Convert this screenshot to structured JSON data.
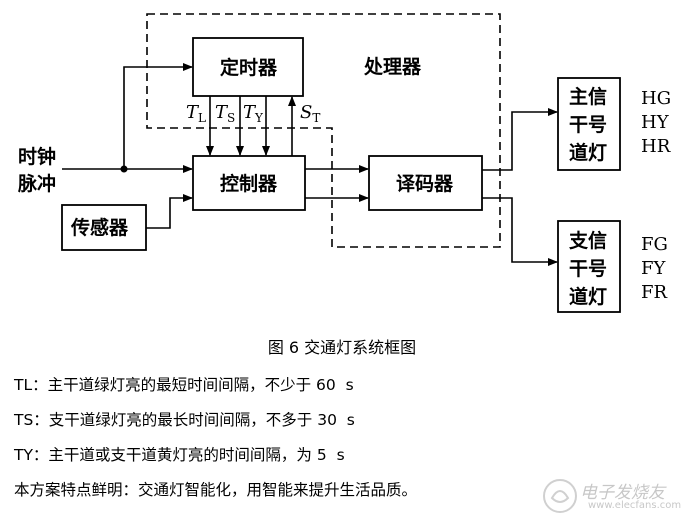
{
  "diagram": {
    "processor_label": "处理器",
    "timer_label": "定时器",
    "controller_label": "控制器",
    "decoder_label": "译码器",
    "sensor_label": "传感器",
    "clock_label_line1": "时钟",
    "clock_label_line2": "脉冲",
    "main_signal_lines": [
      "主信",
      "干号",
      "道灯"
    ],
    "branch_signal_lines": [
      "支信",
      "干号",
      "道灯"
    ],
    "main_outputs": [
      "HG",
      "HY",
      "HR"
    ],
    "branch_outputs": [
      "FG",
      "FY",
      "FR"
    ],
    "timer_signals": [
      {
        "letter": "T",
        "sub": "L"
      },
      {
        "letter": "T",
        "sub": "S"
      },
      {
        "letter": "T",
        "sub": "Y"
      },
      {
        "letter": "S",
        "sub": "T"
      }
    ]
  },
  "caption": "图 6 交通灯系统框图",
  "notes": [
    "TL：主干道绿灯亮的最短时间间隔，不少于 60  s",
    "TS：支干道绿灯亮的最长时间间隔，不多于 30  s",
    "TY：主干道或支干道黄灯亮的时间间隔，为 5  s",
    "本方案特点鲜明：交通灯智能化，用智能来提升生活品质。"
  ],
  "watermark": {
    "text": "电子发烧友",
    "url": "www.elecfans.com"
  }
}
